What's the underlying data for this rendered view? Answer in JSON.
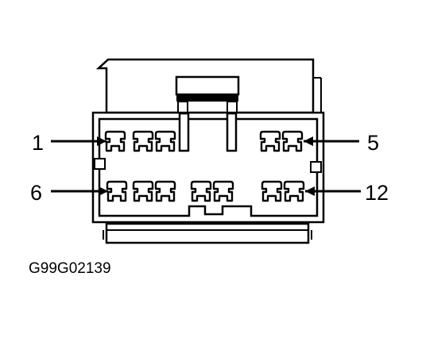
{
  "diagram": {
    "subject": "connector-face-view",
    "colors": {
      "stroke": "#000000",
      "fill": "#ffffff"
    },
    "pin_labels": {
      "pin_1": "1",
      "pin_5": "5",
      "pin_6": "6",
      "pin_12": "12"
    },
    "figure_id": "G99G02139"
  }
}
